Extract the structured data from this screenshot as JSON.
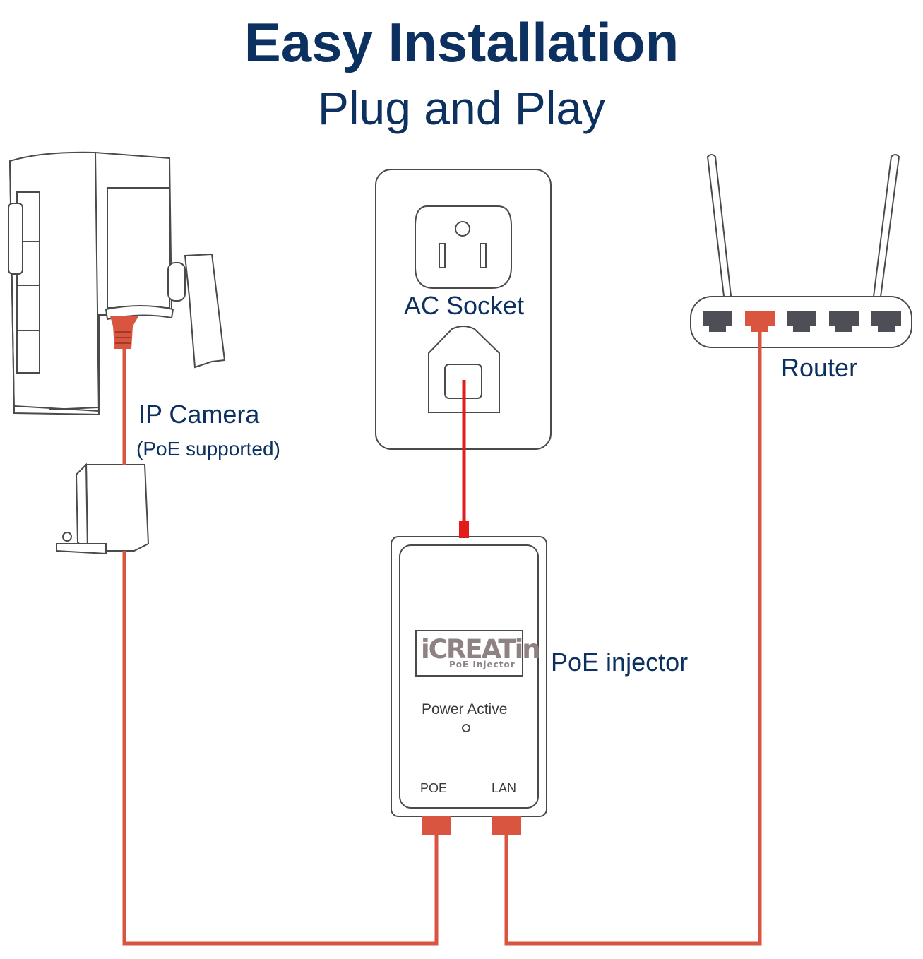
{
  "title": "Easy Installation",
  "subtitle": "Plug and Play",
  "labels": {
    "ac_socket": "AC Socket",
    "router": "Router",
    "ip_camera": "IP Camera",
    "poe_supported": "(PoE supported)",
    "poe_injector": "PoE injector"
  },
  "injector": {
    "logo_text": "iCREATin",
    "logo_sub": "PoE Injector",
    "power_label": "Power Active",
    "port_poe": "POE",
    "port_lan": "LAN"
  },
  "colors": {
    "title": "#0c3160",
    "cable": "#d9553f",
    "power_cable": "#e41b1b",
    "outline": "#4a4a4a"
  }
}
